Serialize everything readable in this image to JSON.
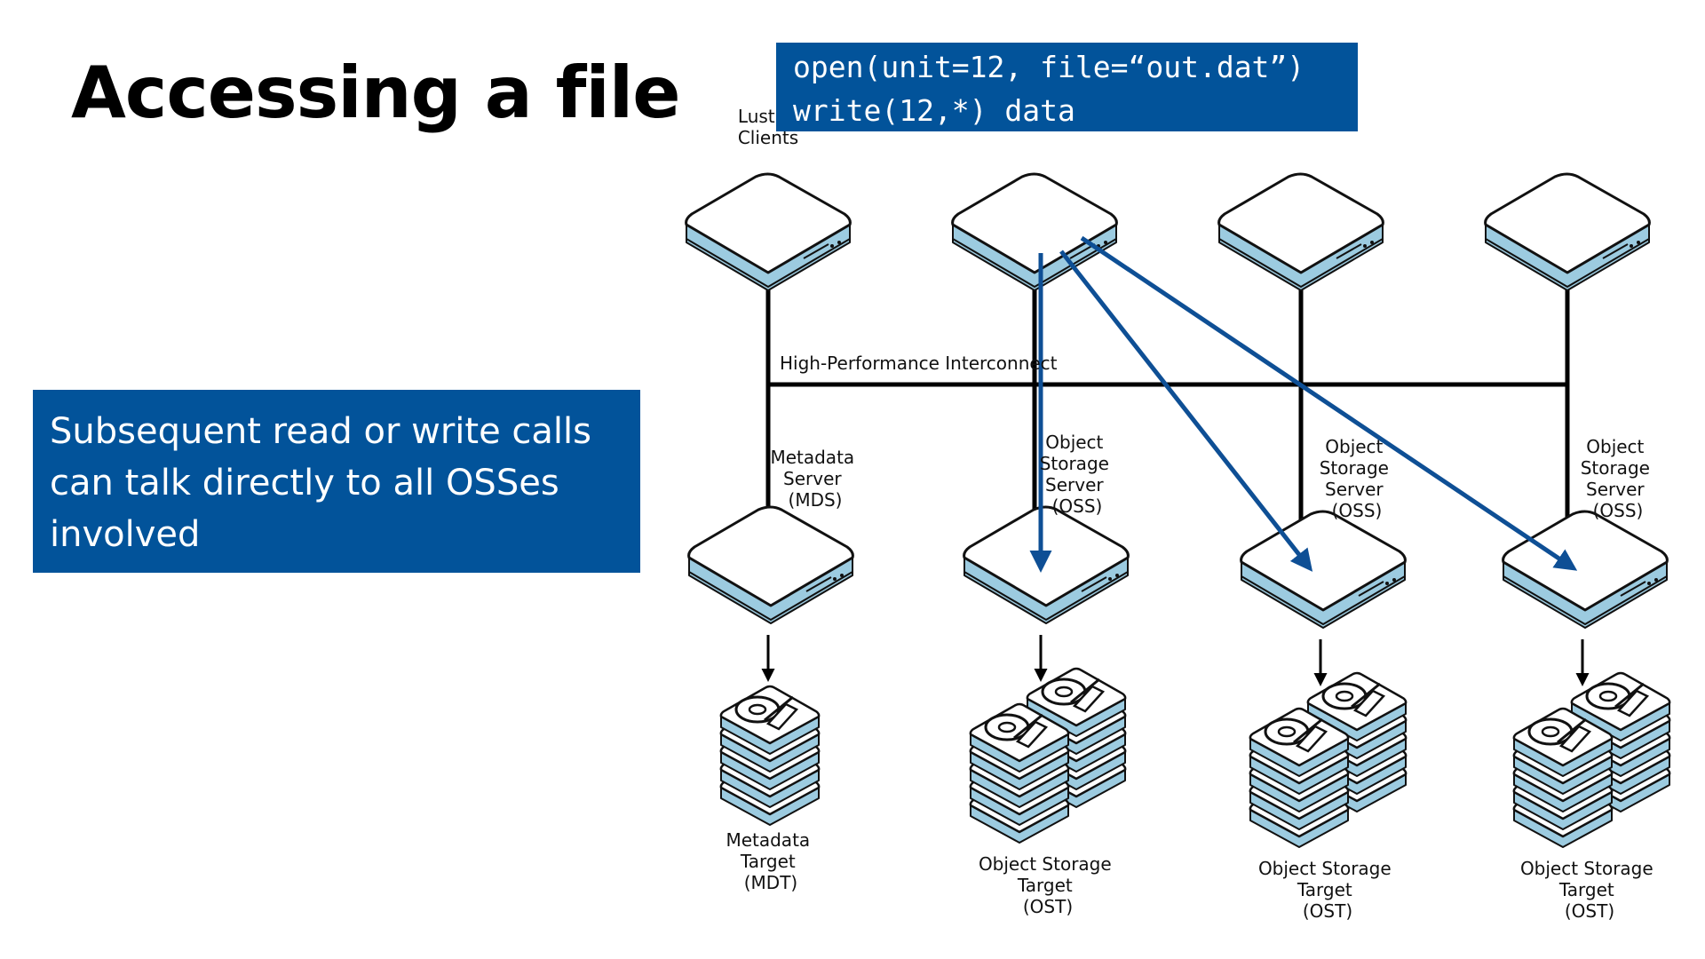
{
  "title": "Accessing a file",
  "callout": {
    "lines": [
      "Subsequent read or write calls",
      "can talk directly to all OSSes",
      "involved"
    ]
  },
  "code": {
    "lines": [
      "open(unit=12, file=“out.dat”)",
      "write(12,*) data"
    ]
  },
  "diagram": {
    "clients_label": [
      "Lustre",
      "Clients"
    ],
    "interconnect_label": "High-Performance Interconnect",
    "mds_label": [
      "Metadata",
      "Server",
      "(MDS)"
    ],
    "oss_label": [
      "Object",
      "Storage",
      "Server",
      "(OSS)"
    ],
    "mdt_label": [
      "Metadata",
      "Target",
      "(MDT)"
    ],
    "ost_label": [
      "Object Storage",
      "Target",
      "(OST)"
    ]
  },
  "colors": {
    "accent_blue": "#02539a",
    "server_stripe": "#9ccbe0",
    "line": "#000000"
  }
}
